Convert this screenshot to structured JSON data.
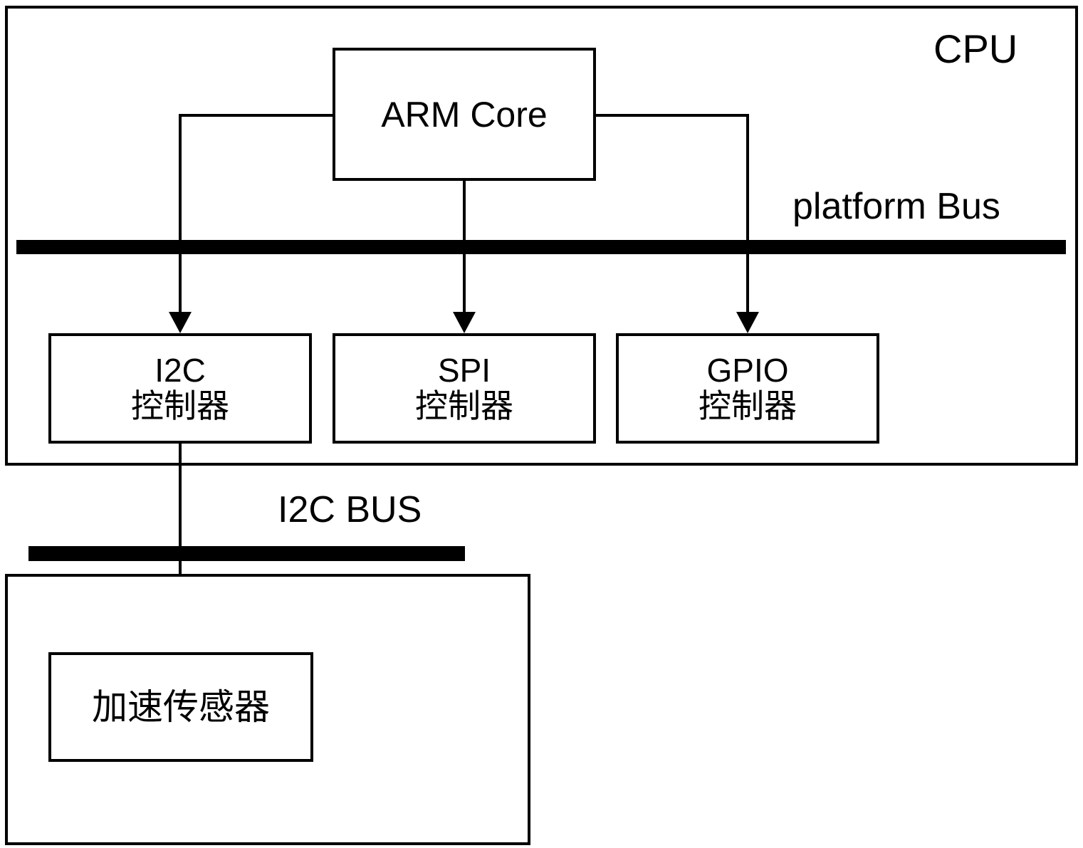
{
  "diagram": {
    "title_label": "CPU",
    "cpu_block": {
      "label": "CPU",
      "core": {
        "label": "ARM Core"
      },
      "bus": {
        "label": "platform Bus"
      },
      "peripherals": [
        {
          "line1": "I2C",
          "line2": "控制器"
        },
        {
          "line1": "SPI",
          "line2": "控制器"
        },
        {
          "line1": "GPIO",
          "line2": "控制器"
        }
      ]
    },
    "device_block": {
      "bus": {
        "label": "I2C BUS"
      },
      "device": {
        "label": "加速传感器"
      }
    },
    "colors": {
      "stroke": "#000000",
      "fill": "#ffffff",
      "bus": "#000000"
    }
  }
}
